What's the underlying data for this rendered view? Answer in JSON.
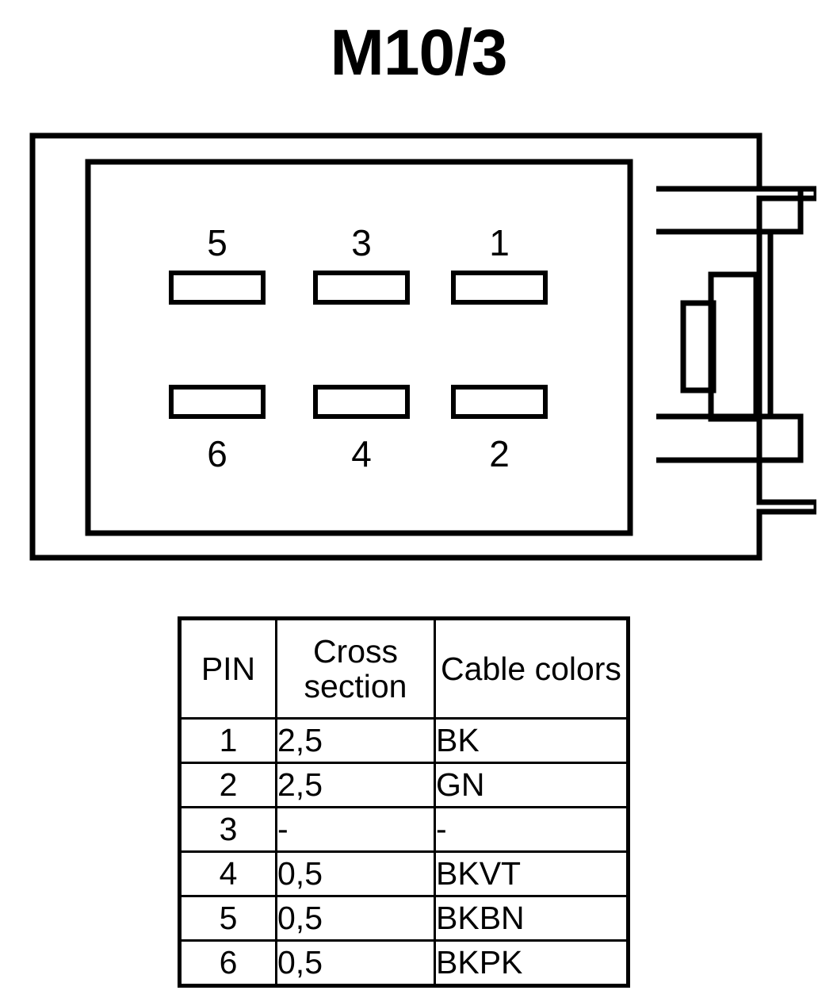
{
  "title": "M10/3",
  "connector": {
    "label": "connector-front-view",
    "pin_slots_top": [
      {
        "number": "5"
      },
      {
        "number": "3"
      },
      {
        "number": "1"
      }
    ],
    "pin_slots_bottom": [
      {
        "number": "6"
      },
      {
        "number": "4"
      },
      {
        "number": "2"
      }
    ],
    "outline_color": "#000000",
    "fill_color": "#ffffff"
  },
  "table": {
    "headers": [
      "PIN",
      "Cross section",
      "Cable colors"
    ],
    "rows": [
      {
        "pin": "1",
        "cross_section": "2,5",
        "cable_colors": "BK"
      },
      {
        "pin": "2",
        "cross_section": "2,5",
        "cable_colors": "GN"
      },
      {
        "pin": "3",
        "cross_section": "-",
        "cable_colors": "-"
      },
      {
        "pin": "4",
        "cross_section": "0,5",
        "cable_colors": "BKVT"
      },
      {
        "pin": "5",
        "cross_section": "0,5",
        "cable_colors": "BKBN"
      },
      {
        "pin": "6",
        "cross_section": "0,5",
        "cable_colors": "BKPK"
      }
    ]
  }
}
